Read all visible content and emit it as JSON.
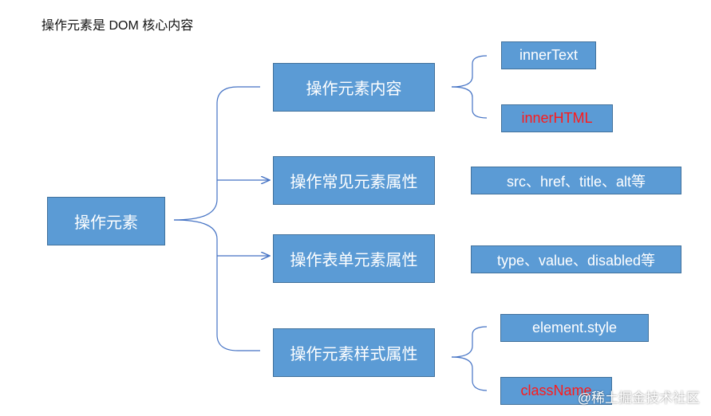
{
  "caption": "操作元素是 DOM 核心内容",
  "root": "操作元素",
  "branches": {
    "content": {
      "label": "操作元素内容",
      "children": [
        "innerText",
        "innerHTML"
      ]
    },
    "common_attrs": {
      "label": "操作常见元素属性",
      "detail": "src、href、title、alt等"
    },
    "form_attrs": {
      "label": "操作表单元素属性",
      "detail": "type、value、disabled等"
    },
    "style_attrs": {
      "label": "操作元素样式属性",
      "children": [
        "element.style",
        "className"
      ]
    }
  },
  "colors": {
    "box_fill": "#5b9bd5",
    "box_border": "#41719c",
    "connector": "#4472c4",
    "highlight_text": "#ff1a1a"
  },
  "watermark": "@稀土掘金技术社区"
}
